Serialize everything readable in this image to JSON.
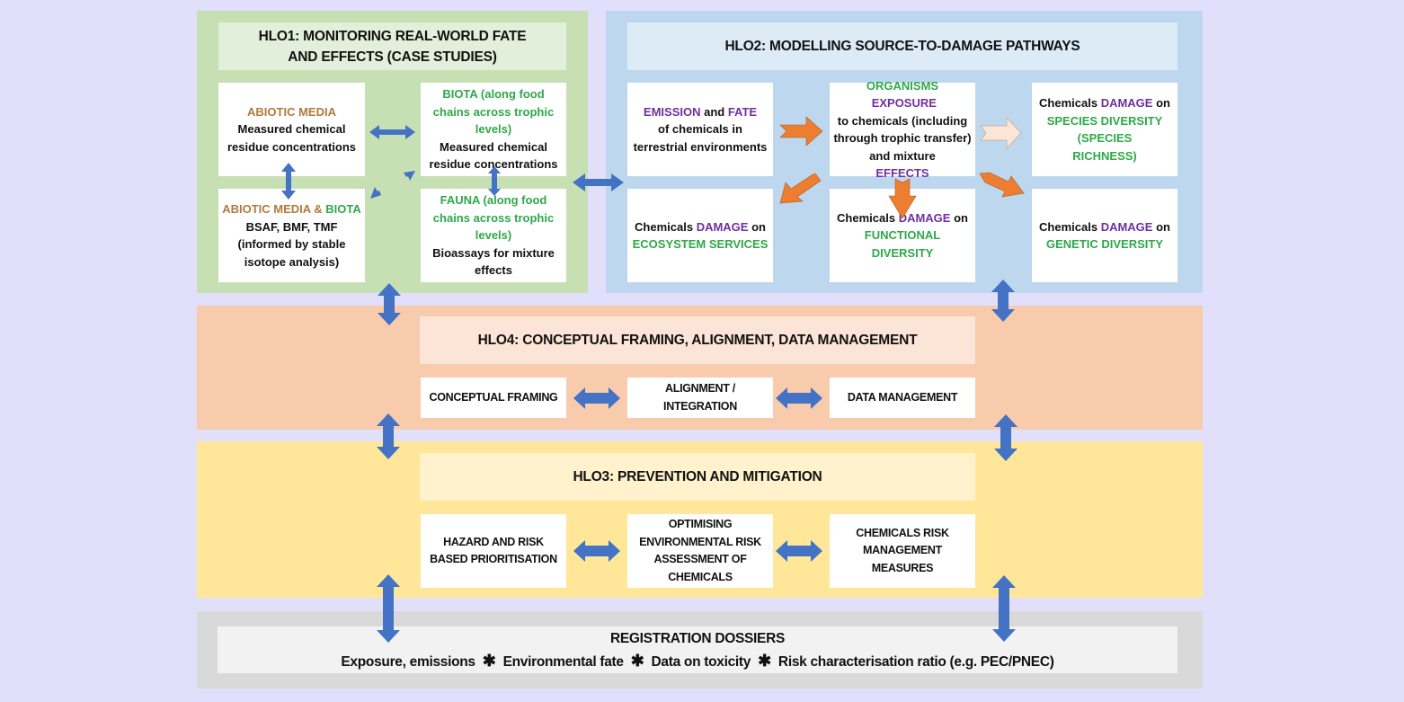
{
  "hlo1": {
    "title": "HLO1: MONITORING REAL-WORLD FATE AND EFFECTS (CASE STUDIES)",
    "boxes": {
      "abiotic": {
        "heading": "ABIOTIC MEDIA",
        "text": "Measured chemical residue concentrations"
      },
      "biota": {
        "heading": "BIOTA (along food chains across trophic levels)",
        "text": "Measured chemical residue concentrations"
      },
      "abiotic_biota": {
        "heading_a": "ABIOTIC MEDIA",
        "heading_amp": " & ",
        "heading_b": "BIOTA",
        "line1": "BSAF, BMF, TMF",
        "text": "(informed by stable isotope analysis)"
      },
      "fauna": {
        "heading": "FAUNA (along food chains across trophic levels)",
        "text": "Bioassays for mixture effects"
      }
    }
  },
  "hlo2": {
    "title": "HLO2: MODELLING SOURCE-TO-DAMAGE PATHWAYS",
    "boxes": {
      "emission": {
        "w1": "EMISSION",
        "w2": " and ",
        "w3": "FATE",
        "text": "of chemicals in terrestrial environments"
      },
      "exposure": {
        "w1": "ORGANISMS",
        "w2": " ",
        "w3": "EXPOSURE",
        "text": "to chemicals (including through trophic transfer) and mixture",
        "w4": "EFFECTS"
      },
      "species": {
        "prefix": "Chemicals ",
        "damage": "DAMAGE",
        "suffix": " on",
        "target": "SPECIES DIVERSITY (SPECIES RICHNESS)"
      },
      "ecosystem": {
        "prefix": "Chemicals ",
        "damage": "DAMAGE",
        "suffix": " on",
        "target": "ECOSYSTEM SERVICES"
      },
      "functional": {
        "prefix": "Chemicals ",
        "damage": "DAMAGE",
        "suffix": " on",
        "target": "FUNCTIONAL DIVERSITY"
      },
      "genetic": {
        "prefix": "Chemicals ",
        "damage": "DAMAGE",
        "suffix": " on",
        "target": "GENETIC DIVERSITY"
      }
    }
  },
  "hlo4": {
    "title": "HLO4: CONCEPTUAL FRAMING, ALIGNMENT, DATA MANAGEMENT",
    "boxes": [
      "CONCEPTUAL FRAMING",
      "ALIGNMENT / INTEGRATION",
      "DATA MANAGEMENT"
    ]
  },
  "hlo3": {
    "title": "HLO3: PREVENTION AND MITIGATION",
    "boxes": [
      "HAZARD AND RISK BASED PRIORITISATION",
      "OPTIMISING ENVIRONMENTAL RISK ASSESSMENT OF CHEMICALS",
      "CHEMICALS RISK MANAGEMENT MEASURES"
    ]
  },
  "registration": {
    "title": "REGISTRATION DOSSIERS",
    "items": [
      "Exposure, emissions",
      "Environmental fate",
      "Data on toxicity",
      "Risk characterisation ratio (e.g. PEC/PNEC)"
    ],
    "separator": "✱"
  },
  "colors": {
    "hlo1_bg": "#c6e0b4",
    "hlo2_bg": "#bdd7ee",
    "hlo4_bg": "#f8cbad",
    "hlo3_bg": "#ffe699",
    "registration_bg": "#d9d9d9",
    "page_bg": "#e2dffb",
    "blue_arrow": "#4472c4",
    "orange_arrow": "#ed7d31",
    "light_arrow": "#fbe5d6",
    "green_text": "#2ea84a",
    "purple_text": "#7030a0",
    "brown_text": "#b07a3c"
  }
}
